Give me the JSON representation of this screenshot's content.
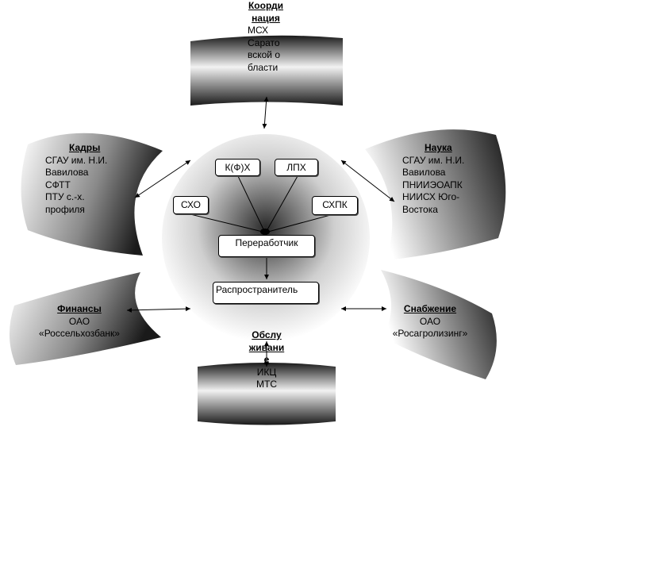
{
  "sectors": {
    "coordination": {
      "heading": "Координация",
      "lines": [
        "МСХ",
        "Саратовской области"
      ]
    },
    "personnel": {
      "heading": "Кадры",
      "lines": [
        "СГАУ им. Н.И.",
        "Вавилова",
        "СФТТ",
        "ПТУ с.-х.",
        "профиля"
      ]
    },
    "science": {
      "heading": "Наука",
      "lines": [
        "СГАУ им. Н.И.",
        "Вавилова",
        "ПНИИЭОАПК",
        "НИИСХ Юго-",
        "Востока"
      ]
    },
    "finance": {
      "heading": "Финансы",
      "lines": [
        "ОАО",
        "«Россельхозбанк»"
      ]
    },
    "supply": {
      "heading": "Снабжение",
      "lines": [
        "ОАО",
        "«Росагролизинг»"
      ]
    },
    "service": {
      "heading": "Обслуживание",
      "lines": [
        "ИКЦ",
        "МТС"
      ]
    }
  },
  "center": {
    "kfh": "К(Ф)Х",
    "lph": "ЛПХ",
    "sho": "СХО",
    "shpk": "СХПК",
    "processor": "Переработчик",
    "distributor": "Распространитель"
  }
}
